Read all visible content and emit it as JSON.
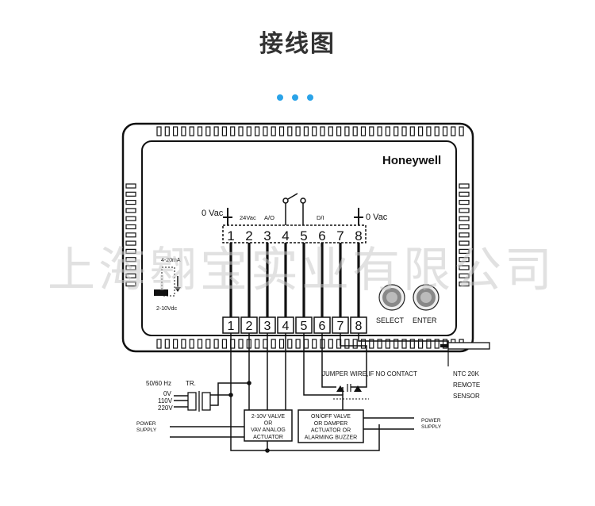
{
  "title": "接线图",
  "accent_color": "#2aa3e8",
  "brand": "Honeywell",
  "watermark": "上海翱宝实业有限公司",
  "labels": {
    "zero_vac_left": "0 Vac",
    "zero_vac_right": "0 Vac",
    "v24": "24Vac",
    "ao": "A/O",
    "di": "D/I",
    "ma_range": "4-20mA",
    "vdc_range": "2-10Vdc",
    "hz": "50/60 Hz",
    "tr": "TR.",
    "v0": "0V",
    "v110": "110V",
    "v220": "220V",
    "power_supply_left_1": "POWER",
    "power_supply_left_2": "SUPPLY",
    "power_supply_right_1": "POWER",
    "power_supply_right_2": "SUPPLY",
    "jumper": "JUMPER WIRE,IF NO CONTACT",
    "ntc_1": "NTC 20K",
    "ntc_2": "REMOTE",
    "ntc_3": "SENSOR"
  },
  "buttons": {
    "select": "SELECT",
    "enter": "ENTER"
  },
  "terminals_top": [
    "1",
    "2",
    "3",
    "4",
    "5",
    "6",
    "7",
    "8"
  ],
  "terminals_bottom": [
    "1",
    "2",
    "3",
    "4",
    "5",
    "6",
    "7",
    "8"
  ],
  "valve_box": [
    "2-10V VALVE",
    "OR",
    "VAV ANALOG",
    "ACTUATOR"
  ],
  "onoff_box": [
    "ON/OFF VALVE",
    "OR DAMPER",
    "ACTUATOR OR",
    "ALARMING BUZZER"
  ]
}
